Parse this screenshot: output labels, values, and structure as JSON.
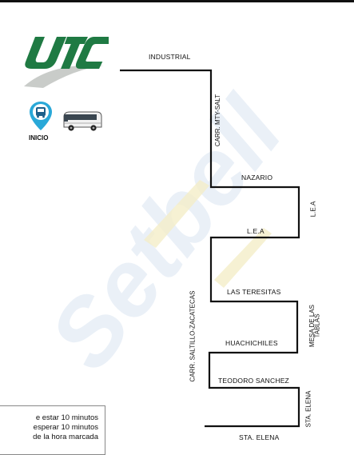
{
  "logo": {
    "text": "UTC",
    "colors": {
      "green": "#1f7a43",
      "gray": "#c9ccc9"
    }
  },
  "start": {
    "label": "INICIO",
    "pin_color": "#29a8d8",
    "icons": [
      "bus-stop-pin-icon",
      "bus-icon"
    ]
  },
  "route": {
    "color": "#111111",
    "streets": {
      "industrial": "INDUSTRIAL",
      "carr_mty_salt": "CARR. MTY-SALT",
      "nazario": "NAZARIO",
      "lea_vertical": "L.E.A",
      "lea_horizontal": "L.E.A",
      "carr_saltillo_zacatecas": "CARR. SALTILLO-ZACATECAS",
      "las_teresitas": "LAS TERESITAS",
      "mesa_de_las_tablas_line1": "MESA DE LAS",
      "mesa_de_las_tablas_line2": "TABLAS",
      "huachichiles": "HUACHICHILES",
      "teodoro_sanchez": "TEODORO SANCHEZ",
      "sta_elena_vertical": "STA. ELENA",
      "sta_elena_horizontal": "STA. ELENA"
    }
  },
  "note": {
    "lines": [
      "e estar 10 minutos",
      "esperar 10 minutos",
      "de la hora marcada"
    ]
  },
  "watermark": {
    "text": "Setbell",
    "colors": [
      "#d9e4f2",
      "#f4eec8"
    ]
  }
}
